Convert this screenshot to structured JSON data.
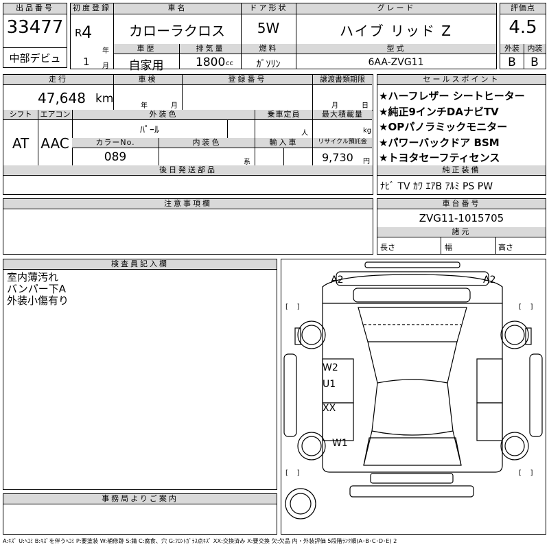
{
  "top": {
    "lot_label": "出品番号",
    "lot_value": "33477",
    "region": "中部デビュ",
    "first_reg_label": "初度登録",
    "era": "R",
    "year_value": "4",
    "year_unit": "年",
    "month_value": "1",
    "month_unit": "月",
    "car_name_label": "車名",
    "car_name_value": "カローラクロス",
    "door_label": "ドア形状",
    "door_value": "5W",
    "grade_label": "グレード",
    "grade_value": "ハイブ リッド Z",
    "score_label": "評価点",
    "score_value": "4.5",
    "ext_label": "外装",
    "ext_value": "B",
    "int_label": "内装",
    "int_value": "B",
    "history_label": "車歴",
    "history_value": "自家用",
    "displacement_label": "排気量",
    "displacement_value": "1800",
    "displacement_unit": "cc",
    "fuel_label": "燃料",
    "fuel_value": "ｶﾞｿﾘﾝ",
    "model_label": "型式",
    "model_value": "6AA-ZVG11"
  },
  "mid": {
    "mileage_label": "走行",
    "mileage_value": "47,648",
    "mileage_unit": "km",
    "inspection_label": "車検",
    "insp_year_unit": "年",
    "insp_month_unit": "月",
    "reg_no_label": "登録番号",
    "transfer_label": "譲渡書類期限",
    "transfer_month_unit": "月",
    "transfer_day_unit": "日",
    "shift_label": "シフト",
    "shift_value": "AT",
    "ac_label": "エアコン",
    "ac_value": "AAC",
    "color_label": "外装色",
    "color_value": "ﾊﾟｰﾙ",
    "capacity_label": "乗車定員",
    "capacity_unit": "人",
    "load_label": "最大積載量",
    "load_unit": "kg",
    "color_no_label": "カラーNo.",
    "color_no_value": "089",
    "int_color_label": "内装色",
    "int_color_unit": "系",
    "import_label": "輸入車",
    "recycle_label": "リサイクル預託金",
    "recycle_value": "9,730",
    "recycle_unit": "円",
    "later_parts_label": "後日発送部品"
  },
  "sales": {
    "label": "セールスポイント",
    "points": [
      "★ハーフレザー シートヒーター",
      "★純正9インチDAナビTV",
      "★OPパノラミックモニター",
      "★パワーバックドア BSM",
      "★トヨタセーフティセンス"
    ],
    "equip_label": "純正装備",
    "equip_value": "ﾅﾋﾞ TV ｶﾜ ｴｱB ｱﾙﾐ PS PW"
  },
  "notes": {
    "label": "注意事項欄"
  },
  "chassis": {
    "label": "車台番号",
    "value": "ZVG11-1015705",
    "spec_label": "諸元",
    "length_label": "長さ",
    "width_label": "幅",
    "height_label": "高さ"
  },
  "inspector": {
    "label": "検査員記入欄",
    "lines": [
      "室内薄汚れ",
      "バンパー下A",
      "外装小傷有り"
    ]
  },
  "office": {
    "label": "事務局よりご案内"
  },
  "diagram": {
    "marks": [
      "A2",
      "A2",
      "W2",
      "U1",
      "XX",
      "W1"
    ],
    "bracket": "[    ]"
  },
  "legend": "A:ｷｽﾞ U:ﾍｺﾐ B:ｷｽﾞを伴うﾍｺﾐ P:要塗装 W:補修跡 S:錆 C:腐食、穴 G:ﾌﾛﾝﾄｶﾞﾗｽ点ｷｽﾞ XX:交換済み X:要交換 欠:欠品 内・外装評価 5段階ﾗﾝｸ順(A･B･C･D･E) 2"
}
